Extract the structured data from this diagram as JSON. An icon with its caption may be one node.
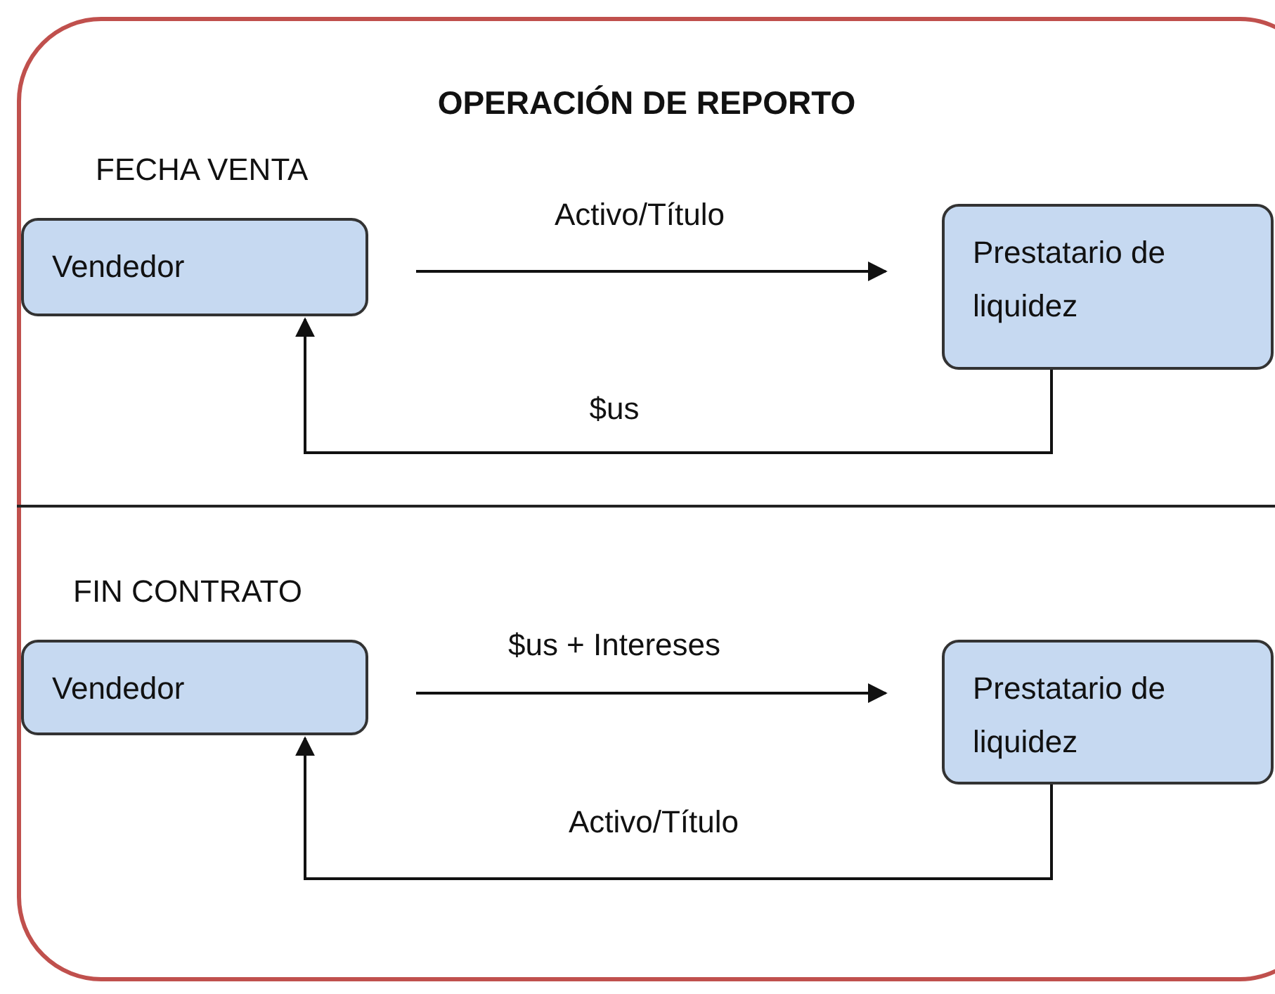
{
  "diagram": {
    "title": "OPERACIÓN DE REPORTO",
    "nodes": [
      {
        "text": [
          "Vendedor"
        ]
      },
      {
        "text": [
          "Prestatario de liquidez"
        ]
      },
      {
        "text": [
          "Vendedor"
        ]
      },
      {
        "text": [
          "Prestatario de liquidez"
        ]
      }
    ],
    "edges": [
      {
        "from": 0,
        "to": 1,
        "arrow": "to",
        "label": "Activo/Título"
      },
      {
        "from": 1,
        "to": 0,
        "arrow": "to",
        "label": "$us"
      },
      {
        "from": 2,
        "to": 3,
        "arrow": "to",
        "label": "$us + Intereses"
      },
      {
        "from": 3,
        "to": 2,
        "arrow": "to",
        "label": "Activo/Título"
      }
    ],
    "labels": [
      "FECHA VENTA",
      "FIN CONTRATO"
    ]
  }
}
